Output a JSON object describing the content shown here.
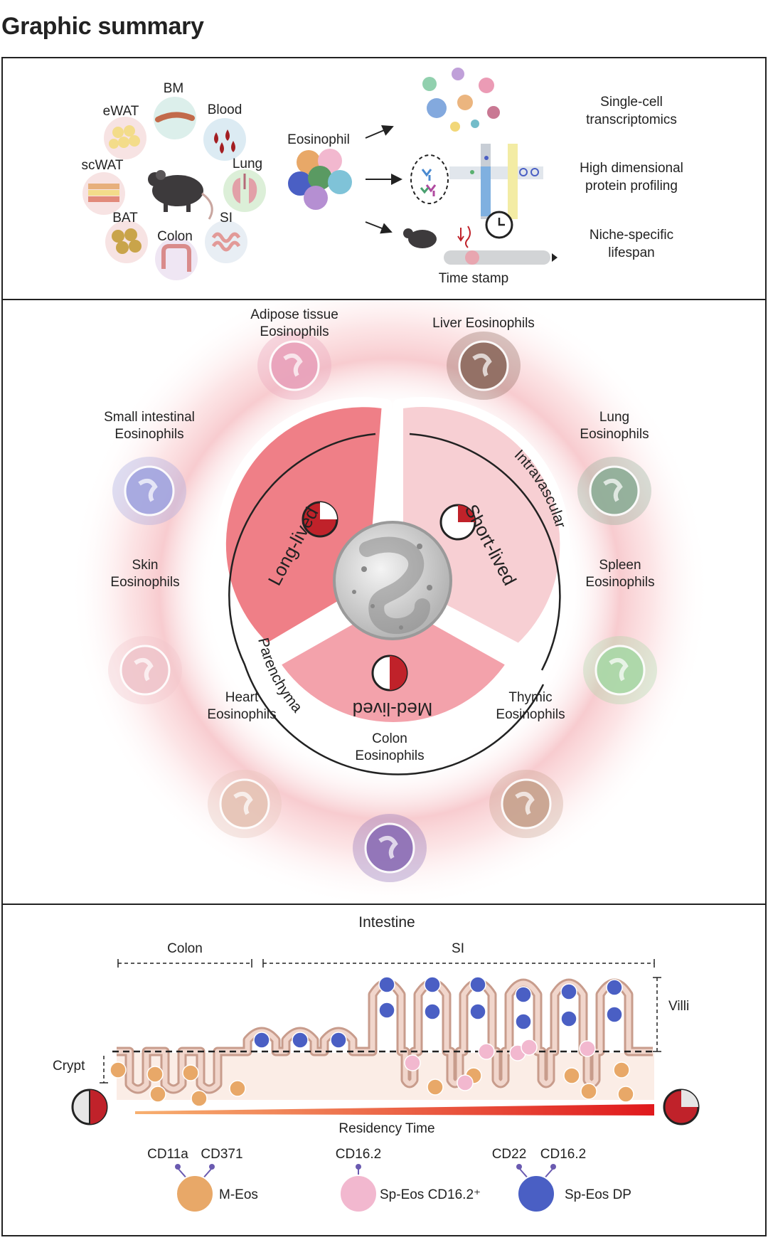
{
  "page_title": "Graphic summary",
  "top": {
    "tissues": {
      "bm": "BM",
      "ewat": "eWAT",
      "blood": "Blood",
      "scwat": "scWAT",
      "lung": "Lung",
      "bat": "BAT",
      "si": "SI",
      "colon": "Colon"
    },
    "eosinophil_label": "Eosinophil",
    "outputs": [
      {
        "line1": "Single-cell",
        "line2": "transcriptomics"
      },
      {
        "line1": "High dimensional",
        "line2": "protein profiling"
      },
      {
        "line1": "Niche-specific",
        "line2": "lifespan"
      }
    ],
    "time_stamp": "Time stamp"
  },
  "mid": {
    "segments": {
      "long": "Long-lived",
      "short": "Short-lived",
      "med": "Med-lived"
    },
    "arcs": {
      "intravascular": "Intravascular",
      "parenchyma": "Parenchyma"
    },
    "tissues": [
      {
        "line1": "Adipose tissue",
        "line2": "Eosinophils",
        "color": "#e9a2bb"
      },
      {
        "line1": "Liver Eosinophils",
        "line2": "",
        "color": "#8e6b5f"
      },
      {
        "line1": "Small intestinal",
        "line2": "Eosinophils",
        "color": "#a3a6e0"
      },
      {
        "line1": "Lung",
        "line2": "Eosinophils",
        "color": "#8fae98"
      },
      {
        "line1": "Skin",
        "line2": "Eosinophils",
        "color": "#f0c6cc"
      },
      {
        "line1": "Spleen",
        "line2": "Eosinophils",
        "color": "#a9d8a7"
      },
      {
        "line1": "Heart",
        "line2": "Eosinophils",
        "color": "#e6c4b6"
      },
      {
        "line1": "Thymic",
        "line2": "Eosinophils",
        "color": "#c8a38f"
      },
      {
        "line1": "Colon",
        "line2": "Eosinophils",
        "color": "#8c6fb6"
      }
    ]
  },
  "bottom": {
    "title": "Intestine",
    "colon": "Colon",
    "si": "SI",
    "villi": "Villi",
    "crypt": "Crypt",
    "residency": "Residency Time",
    "legend": [
      {
        "markers": [
          "CD11a",
          "CD371"
        ],
        "name": "M-Eos",
        "color": "#e8a868"
      },
      {
        "markers": [
          "CD16.2"
        ],
        "name": "Sp-Eos CD16.2⁺",
        "color": "#f2b8cf"
      },
      {
        "markers": [
          "CD22",
          "CD16.2"
        ],
        "name": "Sp-Eos DP",
        "color": "#4a5fc4"
      }
    ]
  }
}
